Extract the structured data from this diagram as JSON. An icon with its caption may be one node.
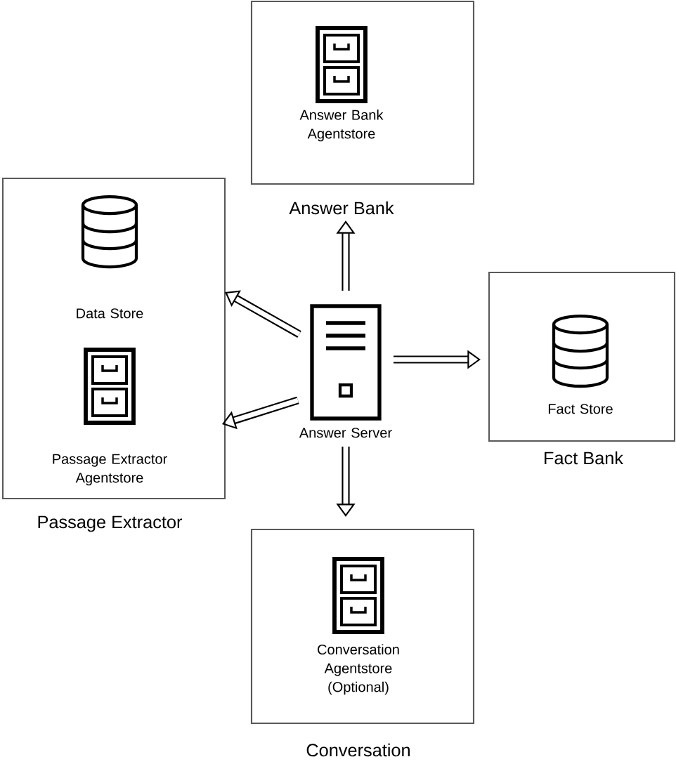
{
  "diagram": {
    "nodes": [
      {
        "text": [
          "Answer Bank"
        ]
      },
      {
        "text": [
          "Answer Bank Agentstore"
        ],
        "in": 0
      },
      {
        "text": [
          "Passage Extractor"
        ]
      },
      {
        "text": [
          "Data Store"
        ],
        "in": 2
      },
      {
        "text": [
          "Passage Extractor Agentstore"
        ],
        "in": 2
      },
      {
        "text": [
          "Answer Server"
        ]
      },
      {
        "text": [
          "Fact Bank"
        ]
      },
      {
        "text": [
          "Fact Store"
        ],
        "in": 6
      },
      {
        "text": [
          "Conversation"
        ]
      },
      {
        "text": [
          "Conversation Agentstore (Optional)"
        ],
        "in": 8
      }
    ],
    "edges": [
      {
        "from": 5,
        "to": 0,
        "arrow": "to"
      },
      {
        "from": 5,
        "to": 2,
        "arrow": "to"
      },
      {
        "from": 5,
        "to": 2,
        "arrow": "to"
      },
      {
        "from": 5,
        "to": 6,
        "arrow": "to"
      },
      {
        "from": 5,
        "to": 8,
        "arrow": "to"
      }
    ]
  }
}
